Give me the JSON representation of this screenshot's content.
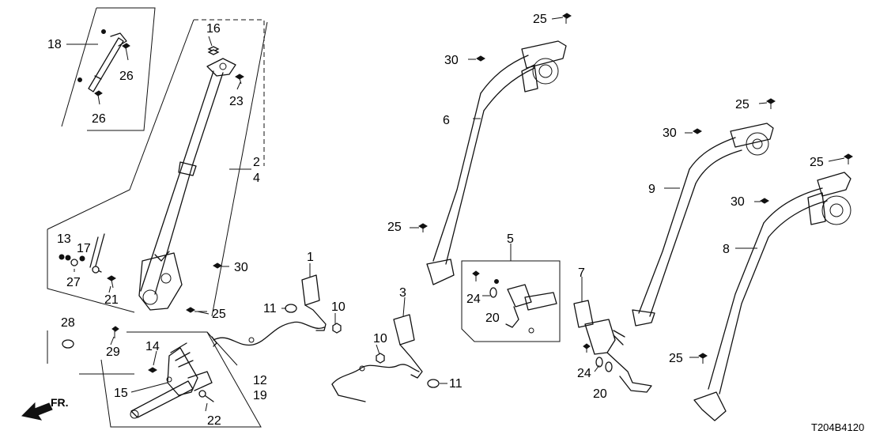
{
  "callouts": {
    "c1": "1",
    "c2": "2",
    "c3": "3",
    "c4": "4",
    "c5": "5",
    "c6": "6",
    "c7": "7",
    "c8": "8",
    "c9": "9",
    "c10": "10",
    "c11": "11",
    "c12": "12",
    "c13": "13",
    "c14": "14",
    "c15": "15",
    "c16": "16",
    "c17": "17",
    "c18": "18",
    "c19": "19",
    "c20": "20",
    "c21": "21",
    "c22": "22",
    "c23": "23",
    "c24": "24",
    "c25": "25",
    "c26": "26",
    "c27": "27",
    "c28": "28",
    "c29": "29",
    "c30": "30"
  },
  "direction_label": "FR.",
  "diagram_code": "T204B4120"
}
